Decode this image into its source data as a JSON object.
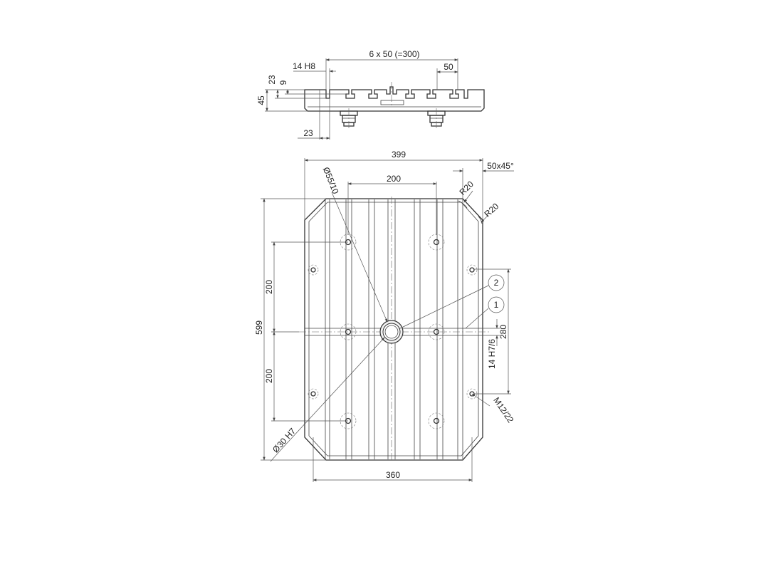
{
  "side_view": {
    "dim_slot_pitch": "6 x 50 (=300)",
    "dim_slot_width": "14 H8",
    "dim_slot_spacing": "50",
    "dim_total_height": "45",
    "dim_slot_depth": "23",
    "dim_slot_neck": "9",
    "dim_bottom_offset": "23"
  },
  "top_view": {
    "dim_overall_width": "399",
    "dim_chamfer": "50x45°",
    "dim_center_hole": "Ø55/10",
    "dim_inner_width": "200",
    "dim_radius_inner": "R20",
    "dim_radius_outer": "R20",
    "dim_overall_length": "599",
    "dim_upper_spacing": "200",
    "dim_lower_spacing": "200",
    "callout_2": "2",
    "callout_1": "1",
    "dim_keyway_spacing": "280",
    "dim_keyway_fit": "14 H7/6",
    "dim_pin_bore": "Ø30 H7",
    "dim_thread": "M12/22",
    "dim_base_width": "360"
  }
}
